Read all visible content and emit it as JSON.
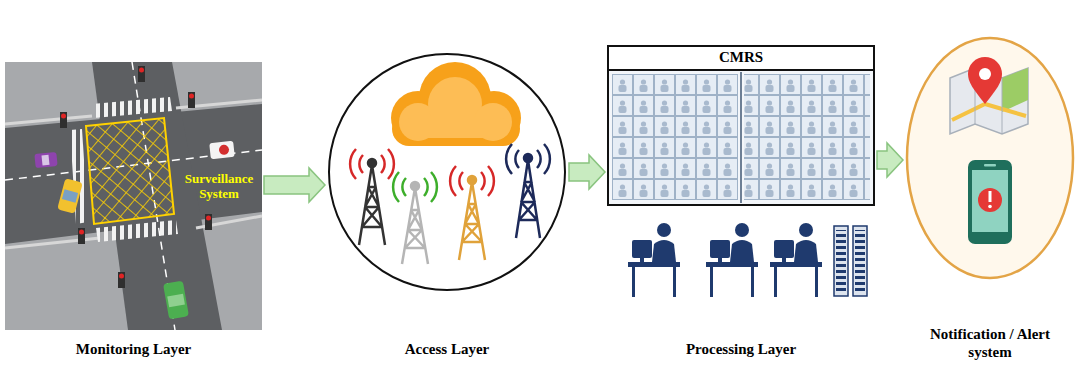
{
  "diagram": {
    "nodes": [
      {
        "text": [
          "Surveillance System",
          "Monitoring Layer"
        ]
      },
      {
        "text": [
          "Access Layer"
        ]
      },
      {
        "text": [
          "CMRS",
          "Processing Layer"
        ]
      },
      {
        "text": [
          "Notification / Alert system"
        ]
      }
    ],
    "edges": [
      {
        "from": 0,
        "to": 1,
        "arrow": "to"
      },
      {
        "from": 1,
        "to": 2,
        "arrow": "to"
      },
      {
        "from": 2,
        "to": 3,
        "arrow": "to"
      }
    ]
  }
}
